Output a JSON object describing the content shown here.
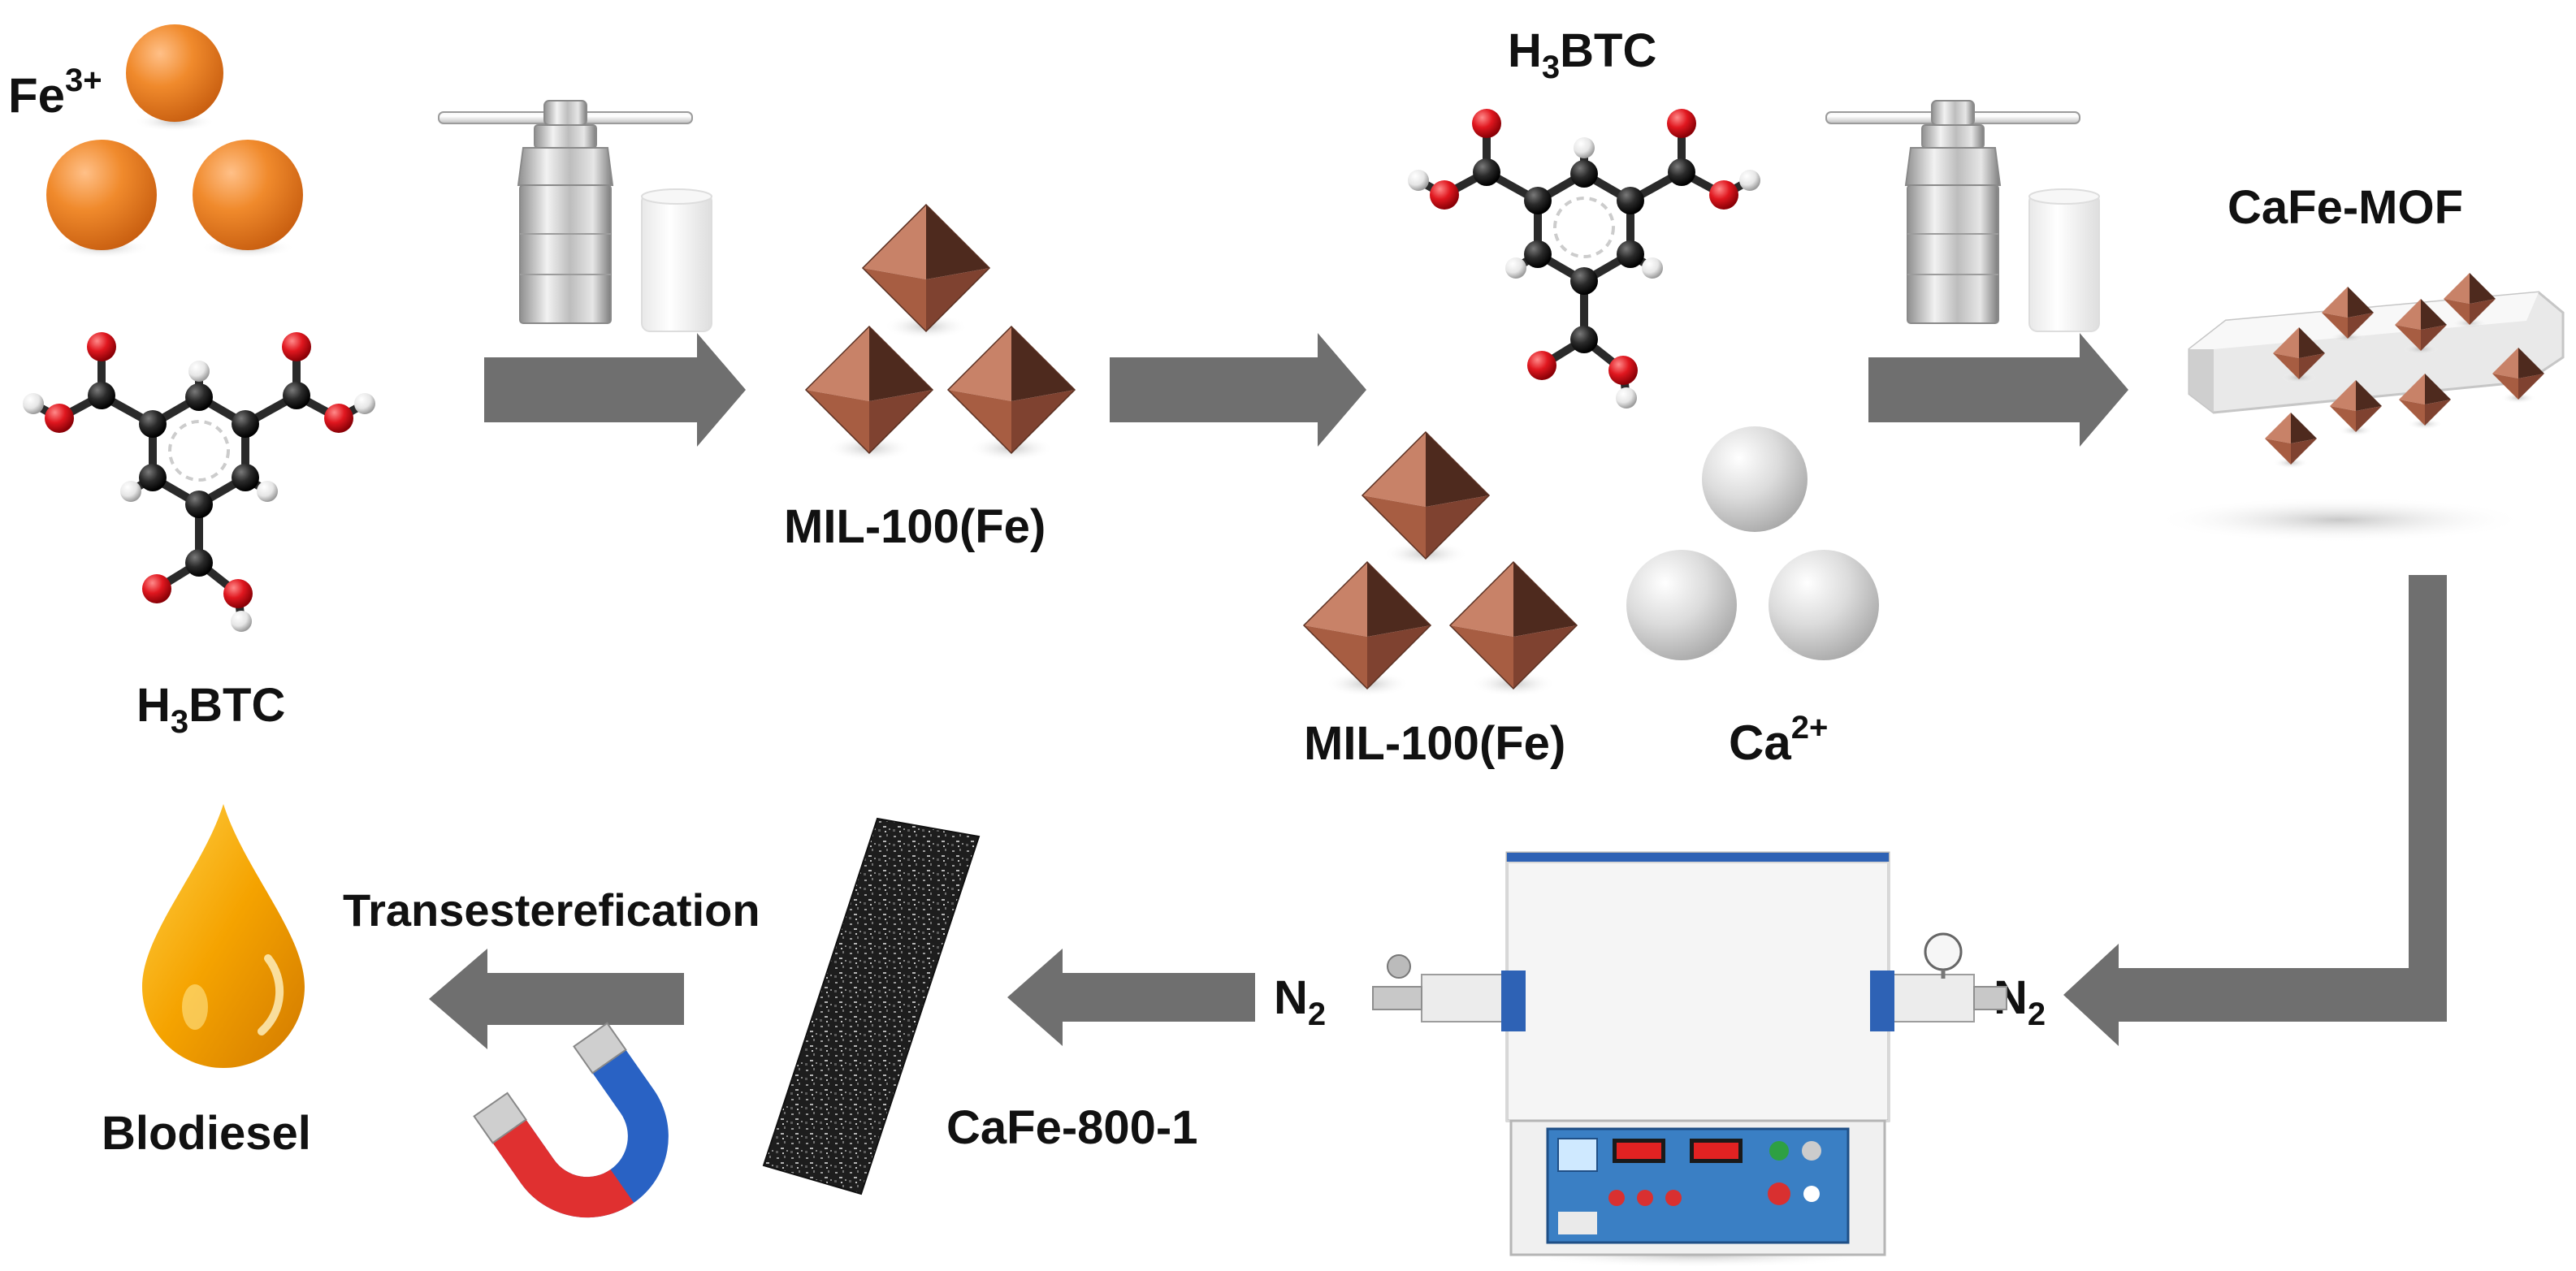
{
  "labels": {
    "fe_ion": "Fe",
    "fe_ion_charge": "3+",
    "h3btc_1_a": "H",
    "h3btc_1_sub": "3",
    "h3btc_1_b": "BTC",
    "h3btc_2_a": "H",
    "h3btc_2_sub": "3",
    "h3btc_2_b": "BTC",
    "mil100_1": "MIL-100(Fe)",
    "mil100_2": "MIL-100(Fe)",
    "ca_ion": "Ca",
    "ca_ion_charge": "2+",
    "cafe_mof": "CaFe-MOF",
    "n2_left": "N",
    "n2_left_sub": "2",
    "n2_right": "N",
    "n2_right_sub": "2",
    "cafe_800": "CaFe-800-1",
    "transest": "Transesterefication",
    "biodiesel": "Blodiesel"
  },
  "icons": {
    "autoclave": "autoclave-icon",
    "furnace": "tube-furnace-icon",
    "magnet": "magnet-icon",
    "droplet": "oil-drop-icon",
    "octahedron": "octahedron-icon",
    "molecule": "molecule-icon"
  },
  "colors": {
    "arrow": "#6f6f6f",
    "fe_sphere": "#f08a2c",
    "ca_sphere": "#d9d9d9",
    "octahedron": "#b46a50",
    "oxygen": "#e0171f",
    "carbon": "#222222",
    "hydrogen": "#eeeeee",
    "oil": "#f2a000"
  }
}
